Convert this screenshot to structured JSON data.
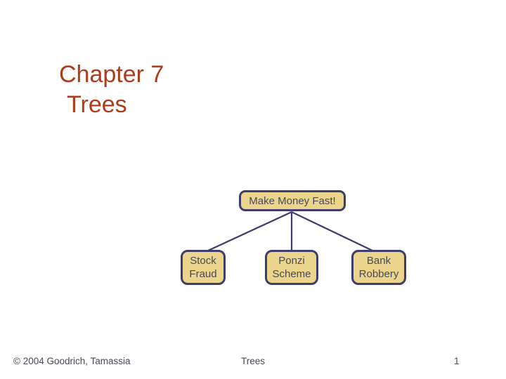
{
  "slide": {
    "title_line1": "Chapter 7",
    "title_line2": "Trees"
  },
  "tree": {
    "root": {
      "label": "Make Money Fast!"
    },
    "children": [
      {
        "line1": "Stock",
        "line2": "Fraud"
      },
      {
        "line1": "Ponzi",
        "line2": "Scheme"
      },
      {
        "line1": "Bank",
        "line2": "Robbery"
      }
    ]
  },
  "footer": {
    "copyright": "© 2004 Goodrich, Tamassia",
    "section": "Trees",
    "page_number": "1"
  },
  "colors": {
    "title": "#AD3B1D",
    "node_fill": "#EBD48C",
    "node_border": "#3E3D6B",
    "node_text": "#494956",
    "footer_text": "#4A4A57",
    "background": "#FFFFFF"
  }
}
